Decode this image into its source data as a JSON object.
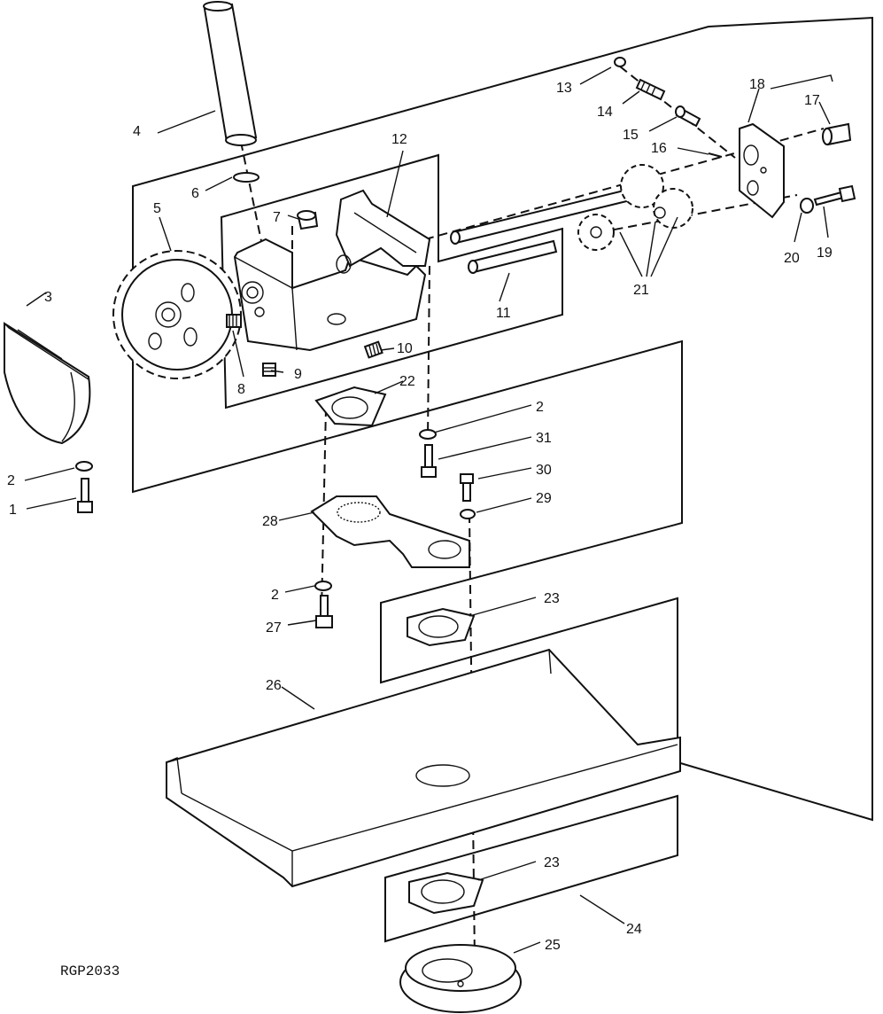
{
  "figure_code": "RGP2033",
  "labels": {
    "l1": "1",
    "l2a": "2",
    "l2b": "2",
    "l2c": "2",
    "l3": "3",
    "l4": "4",
    "l5": "5",
    "l6": "6",
    "l7": "7",
    "l8": "8",
    "l9": "9",
    "l10": "10",
    "l11": "11",
    "l12": "12",
    "l13": "13",
    "l14": "14",
    "l15": "15",
    "l16": "16",
    "l17": "17",
    "l18": "18",
    "l19": "19",
    "l20": "20",
    "l21": "21",
    "l22": "22",
    "l23a": "23",
    "l23b": "23",
    "l24": "24",
    "l25": "25",
    "l26": "26",
    "l27": "27",
    "l28": "28",
    "l29": "29",
    "l30": "30",
    "l31": "31"
  }
}
